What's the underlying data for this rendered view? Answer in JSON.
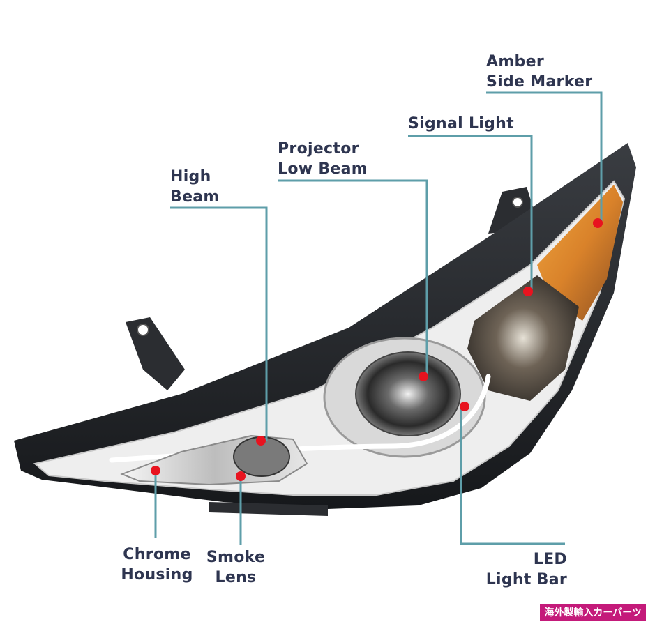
{
  "labels": {
    "amber_side_marker": [
      "Amber",
      "Side Marker"
    ],
    "signal_light": [
      "Signal Light"
    ],
    "projector_low_beam": [
      "Projector",
      "Low Beam"
    ],
    "high_beam": [
      "High",
      "Beam"
    ],
    "chrome_housing": [
      "Chrome",
      "Housing"
    ],
    "smoke_lens": [
      "Smoke",
      "Lens"
    ],
    "led_light_bar": [
      "LED",
      "Light Bar"
    ]
  },
  "watermark": "海外製輸入カーパーツ",
  "colors": {
    "label_text": "#2e3550",
    "leader_line": "#5e9ea9",
    "marker_dot": "#e8131f",
    "watermark_bg": "#c41a7a"
  }
}
